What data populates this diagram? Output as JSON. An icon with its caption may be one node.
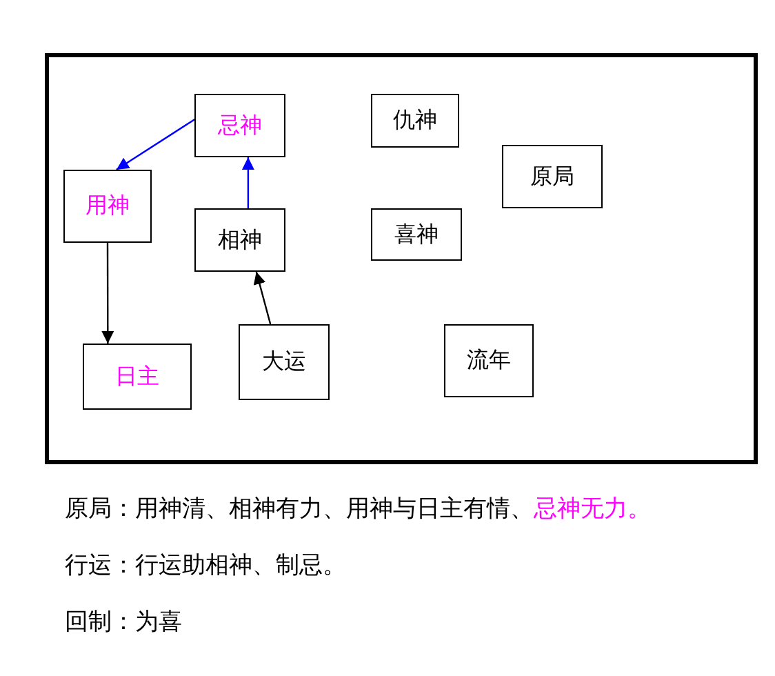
{
  "diagram": {
    "nodes": [
      {
        "text": [
          "忌神"
        ]
      },
      {
        "text": [
          "仇神"
        ]
      },
      {
        "text": [
          "原局"
        ]
      },
      {
        "text": [
          "用神"
        ]
      },
      {
        "text": [
          "相神"
        ]
      },
      {
        "text": [
          "喜神"
        ]
      },
      {
        "text": [
          "日主"
        ]
      },
      {
        "text": [
          "大运"
        ]
      },
      {
        "text": [
          "流年"
        ]
      }
    ],
    "edges": [
      {
        "from": 0,
        "to": 3,
        "arrow": "to",
        "color": "#0000ff"
      },
      {
        "from": 4,
        "to": 0,
        "arrow": "to",
        "color": "#0000ff"
      },
      {
        "from": 3,
        "to": 6,
        "arrow": "to",
        "color": "#000000"
      },
      {
        "from": 7,
        "to": 4,
        "arrow": "to",
        "color": "#000000"
      }
    ],
    "labels": [
      "原局：用神清、相神有力、用神与日主有情、",
      "忌神无力。",
      "行运：行运助相神、制忌。",
      "回制：为喜"
    ]
  }
}
